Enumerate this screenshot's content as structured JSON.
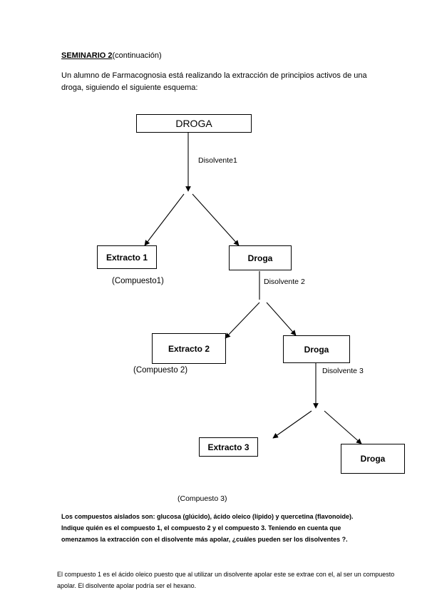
{
  "header": {
    "title_bold": "SEMINARIO 2",
    "title_rest": "(continuación)",
    "intro": "Un alumno de Farmacognosia está realizando la extracción de principios activos de una droga, siguiendo el siguiente esquema:"
  },
  "diagram": {
    "droga_main": "DROGA",
    "solvent_1": "Disolvente1",
    "extract_1": "Extracto 1",
    "droga_1": "Droga",
    "compound_1": "(Compuesto1)",
    "solvent_2": "Disolvente 2",
    "extract_2": "Extracto 2",
    "droga_2": "Droga",
    "compound_2": "(Compuesto 2)",
    "solvent_3": "Disolvente 3",
    "extract_3": "Extracto 3",
    "droga_3": "Droga",
    "compound_3": "(Compuesto 3)"
  },
  "question": "Los compuestos aislados son: glucosa (glúcido), ácido oleico (lípido) y quercetina (flavonoide). Indique quién es el compuesto 1, el compuesto 2 y el compuesto 3. Teniendo en cuenta que omenzamos la extracción con el disolvente más apolar, ¿cuáles pueden ser los disolventes ?.",
  "answer": "El compuesto 1 es el ácido oleico puesto que al utilizar un disolvente apolar este se extrae con el, al ser un compuesto apolar. El disolvente apolar podría ser el hexano."
}
